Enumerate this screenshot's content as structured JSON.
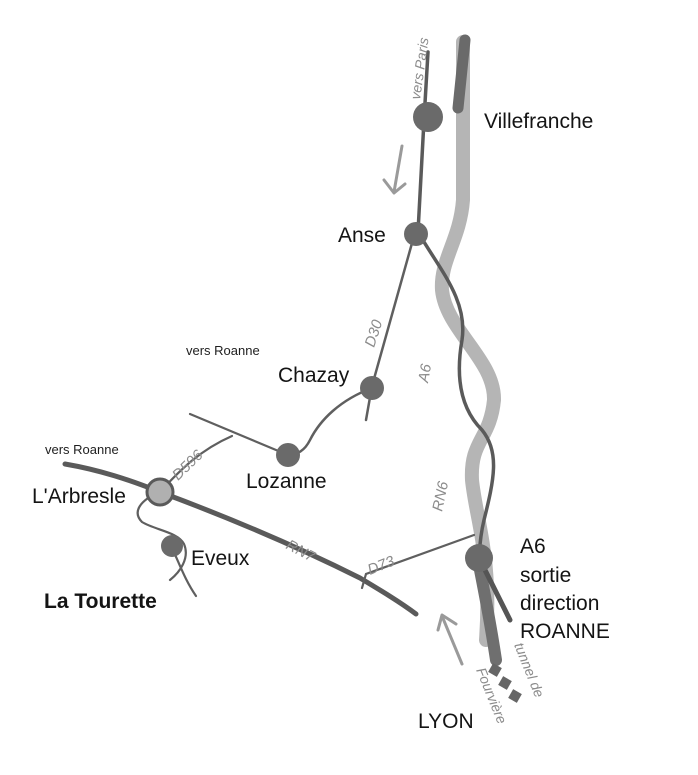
{
  "places": {
    "villefranche": "Villefranche",
    "anse": "Anse",
    "chazay": "Chazay",
    "lozanne": "Lozanne",
    "larbresle": "L'Arbresle",
    "eveux": "Eveux",
    "la_tourette": "La Tourette",
    "lyon": "LYON"
  },
  "directions": {
    "vers_paris": "vers Paris",
    "vers_roanne_upper": "vers Roanne",
    "vers_roanne_left": "vers Roanne",
    "tunnel_line1": "tunnel de",
    "tunnel_line2": "Fourvière"
  },
  "exit_note": {
    "line1": "A6",
    "line2": "sortie",
    "line3": "direction",
    "line4": "ROANNE"
  },
  "roads": {
    "d30": "D30",
    "a6": "A6",
    "rn6": "RN6",
    "d596": "D596",
    "rn7": "RN7",
    "d73": "D73"
  },
  "colors": {
    "local_road": "#5f5f5f",
    "highway_a6": "#b5b5b5",
    "rn6_dark": "#5a5a5a",
    "town_dot": "#6a6a6a",
    "arrow": "#9a9a9a"
  }
}
